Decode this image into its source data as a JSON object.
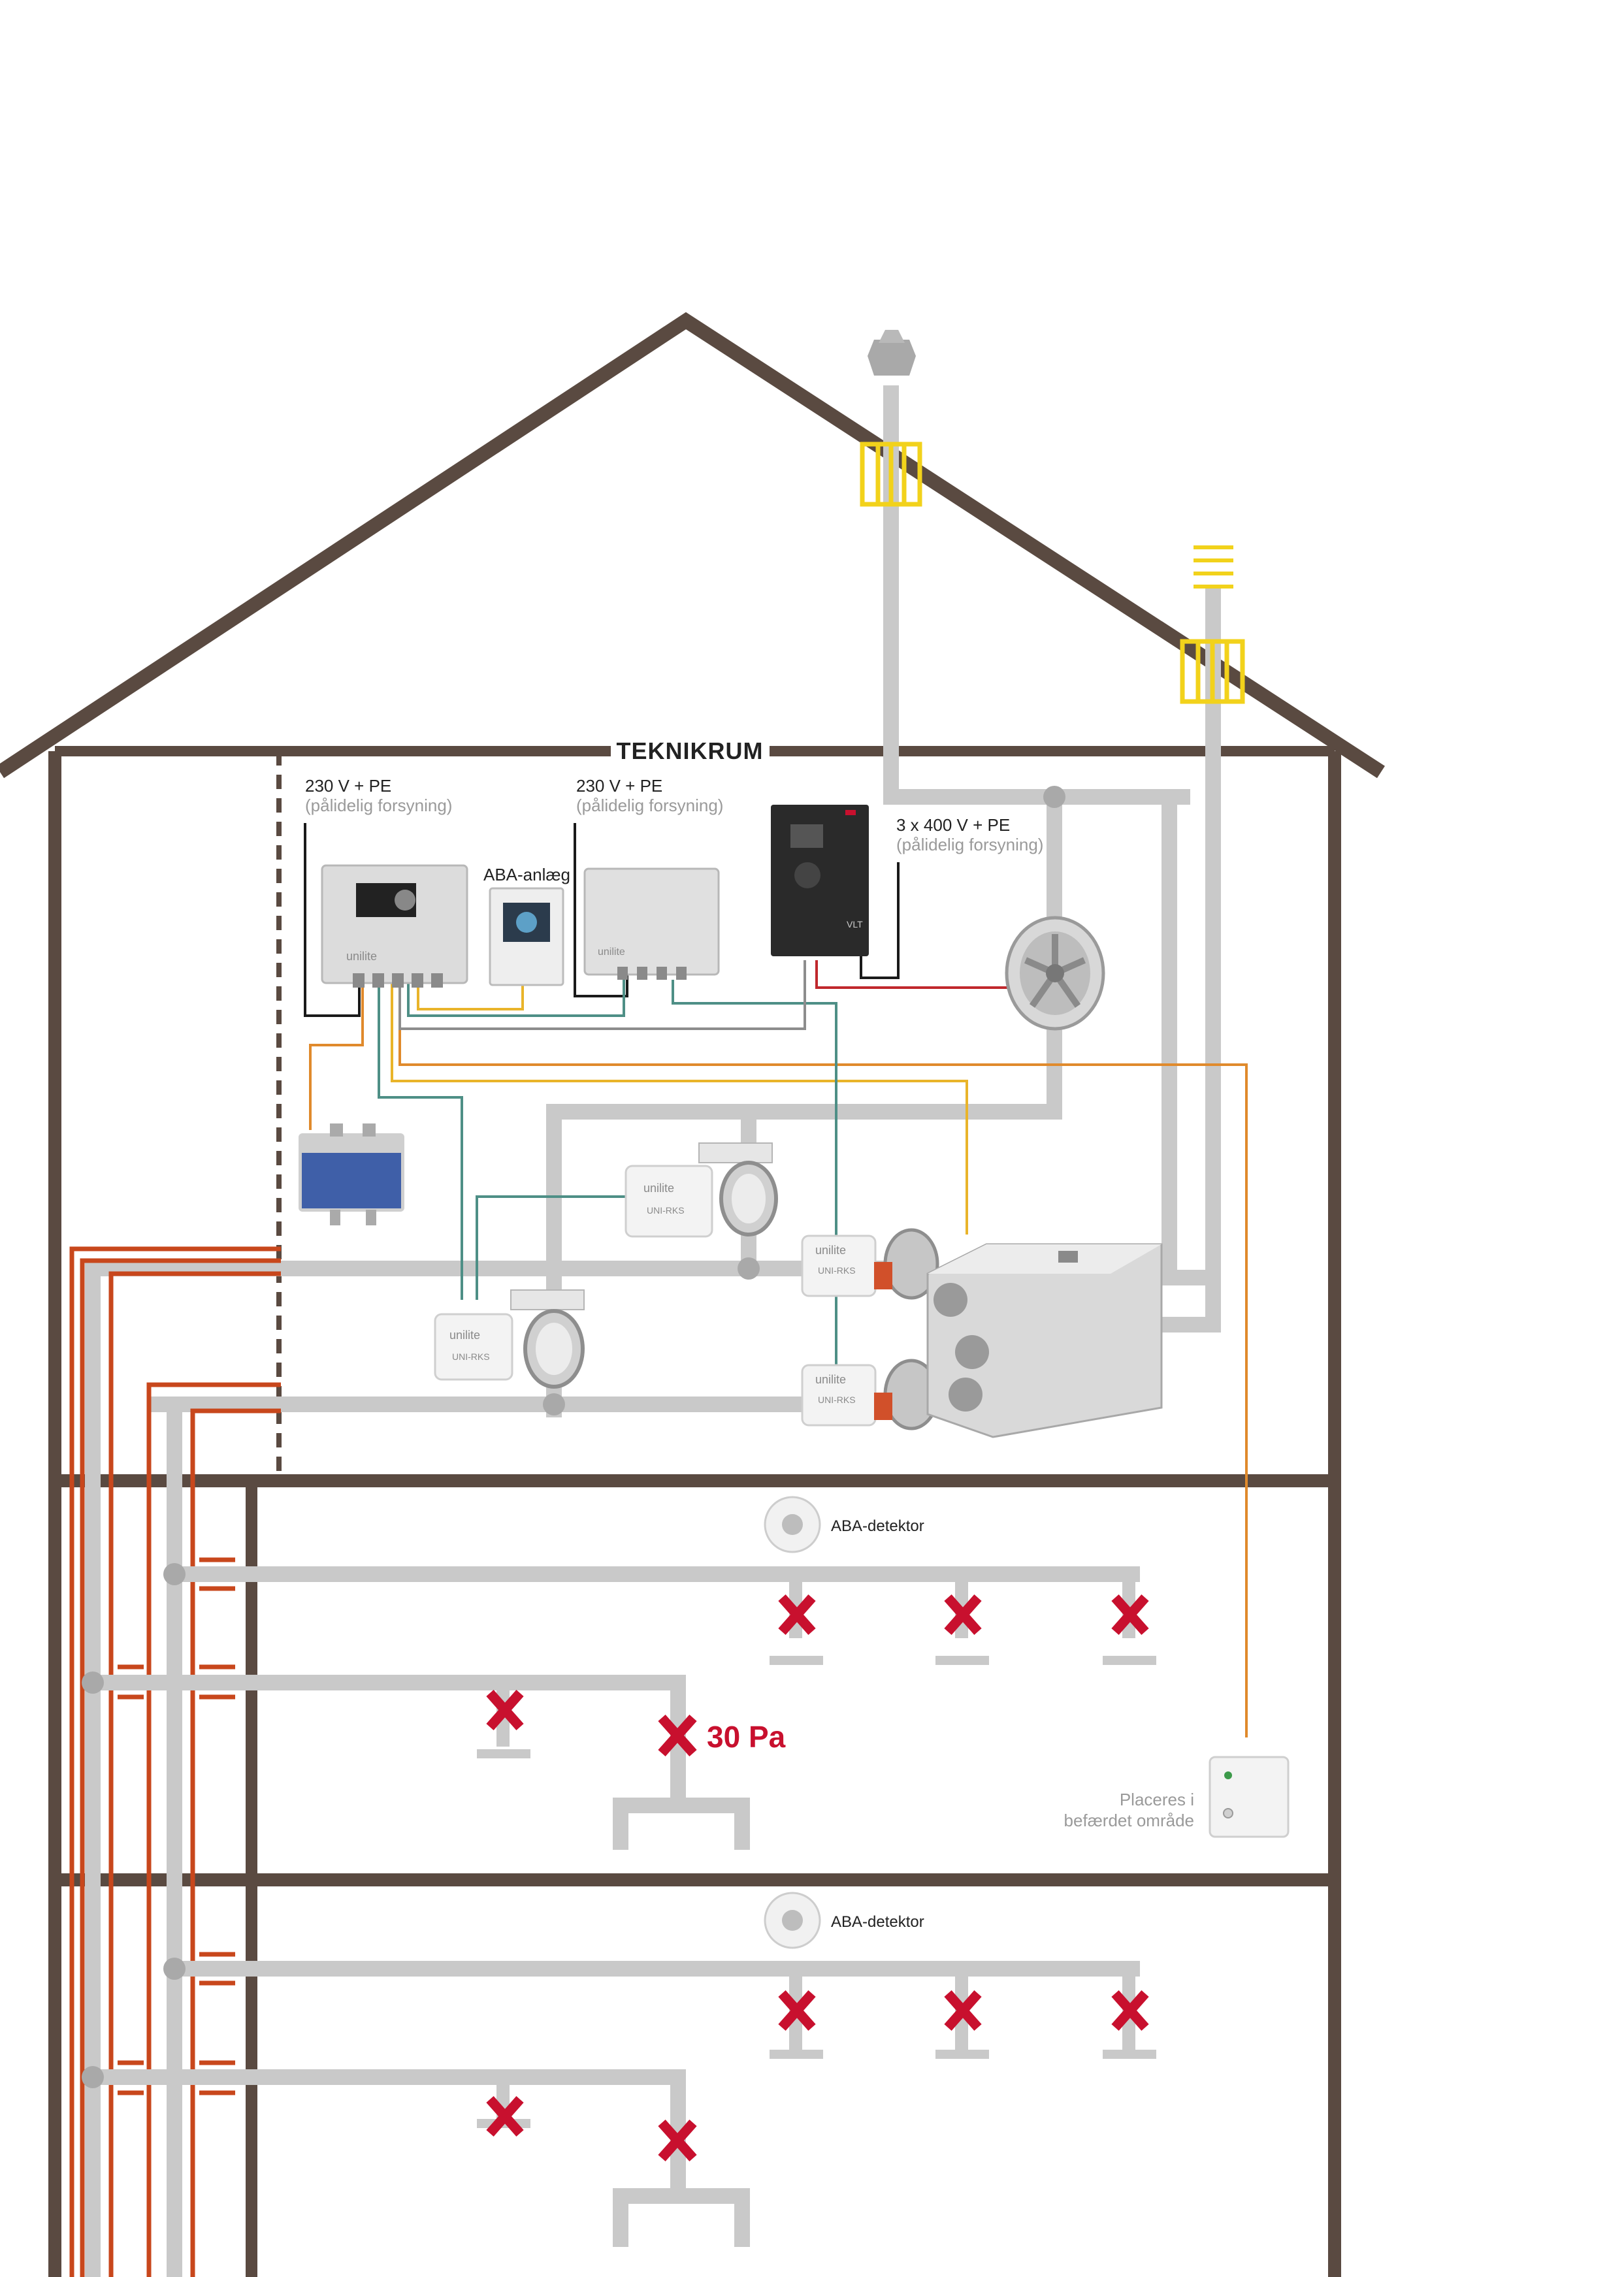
{
  "labels": {
    "teknikrum": "TEKNIKRUM",
    "supply_left_line1": "230 V + PE",
    "supply_left_line2": "(pålidelig forsyning)",
    "supply_mid_line1": "230 V + PE",
    "supply_mid_line2": "(pålidelig forsyning)",
    "supply_right_line1": "3 x 400 V + PE",
    "supply_right_line2": "(pålidelig forsyning)",
    "aba_anlaeg": "ABA-anlæg",
    "aba_detektor_1": "ABA-detektor",
    "aba_detektor_2": "ABA-detektor",
    "pressure": "30 Pa",
    "placeres_line1": "Placeres i",
    "placeres_line2": "befærdet område",
    "unilite": "unilite",
    "uni_rks": "UNI-RKS",
    "vlt": "VLT"
  },
  "colors": {
    "house_outline": "#5a4a41",
    "duct": "#c9c9c9",
    "duct_node": "#a9a9a9",
    "fire_cable": "#c8471c",
    "cable_black": "#1a1a1a",
    "cable_teal": "#4e8f86",
    "cable_yellow": "#e9b42a",
    "cable_orange": "#e08a2c",
    "cable_red": "#c0282d",
    "cable_gray": "#8d8d8d",
    "roof_pass": "#f2d21b",
    "exhaust_mark": "#c8102e",
    "title_text": "#222222",
    "secondary_text": "#9a9a9a"
  },
  "icons": [
    "roof-cap-icon",
    "roof-pass-through-icon",
    "intake-grille-icon",
    "control-box-icon",
    "aba-panel-icon",
    "frequency-converter-icon",
    "axial-fan-icon",
    "pressure-sensor-icon",
    "fire-damper-icon",
    "uni-rks-module-icon",
    "ventilation-unit-icon",
    "smoke-detector-icon",
    "exhaust-valve-icon",
    "alarm-panel-icon"
  ]
}
